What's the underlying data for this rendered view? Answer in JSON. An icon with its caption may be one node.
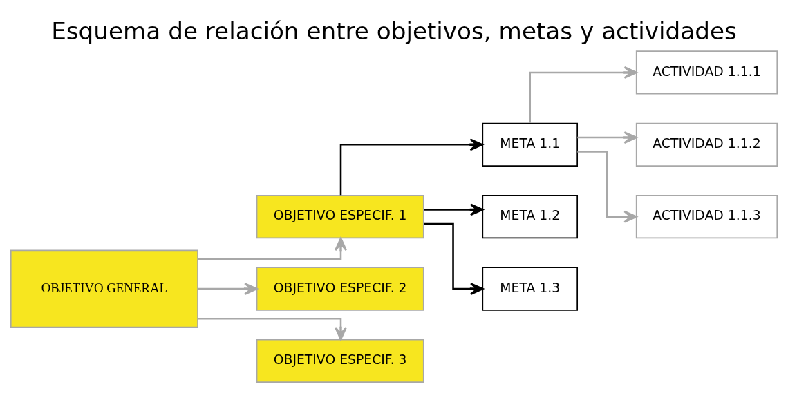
{
  "diagram": {
    "title": "Esquema de relación entre objetivos, metas y actividades",
    "nodes": [
      {
        "text": [
          "OBJETIVO GENERAL"
        ]
      },
      {
        "text": [
          "OBJETIVO ESPECIF. 1"
        ]
      },
      {
        "text": [
          "OBJETIVO ESPECIF. 2"
        ]
      },
      {
        "text": [
          "OBJETIVO ESPECIF. 3"
        ]
      },
      {
        "text": [
          "META 1.1"
        ]
      },
      {
        "text": [
          "META 1.2"
        ]
      },
      {
        "text": [
          "META 1.3"
        ]
      },
      {
        "text": [
          "ACTIVIDAD 1.1.1"
        ]
      },
      {
        "text": [
          "ACTIVIDAD 1.1.2"
        ]
      },
      {
        "text": [
          "ACTIVIDAD 1.1.3"
        ]
      }
    ],
    "edges": [
      {
        "from": 0,
        "to": 1,
        "arrow": "to"
      },
      {
        "from": 0,
        "to": 2,
        "arrow": "to"
      },
      {
        "from": 0,
        "to": 3,
        "arrow": "to"
      },
      {
        "from": 1,
        "to": 4,
        "arrow": "to",
        "color": "#000000"
      },
      {
        "from": 1,
        "to": 5,
        "arrow": "to",
        "color": "#000000"
      },
      {
        "from": 1,
        "to": 6,
        "arrow": "to",
        "color": "#000000"
      },
      {
        "from": 4,
        "to": 7,
        "arrow": "to"
      },
      {
        "from": 4,
        "to": 8,
        "arrow": "to"
      },
      {
        "from": 4,
        "to": 9,
        "arrow": "to"
      }
    ]
  }
}
